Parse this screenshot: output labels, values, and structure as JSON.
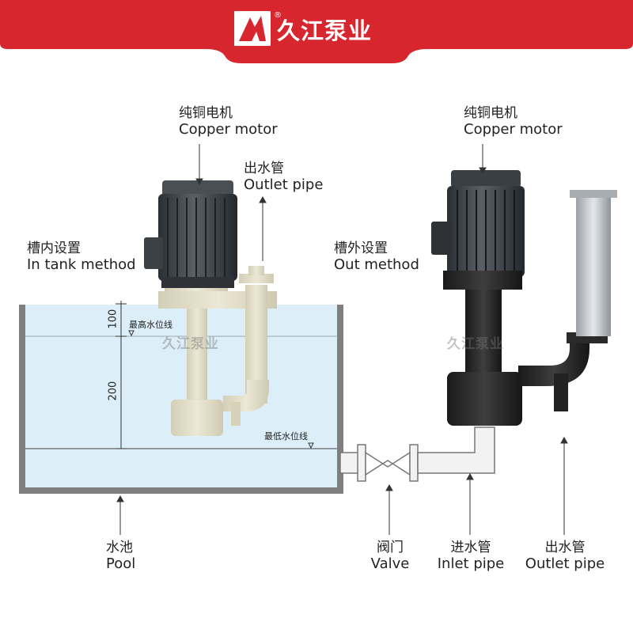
{
  "brand": {
    "name": "久江泵业",
    "reg_mark": "®",
    "color": "#d8262f"
  },
  "labels": {
    "motor_left": {
      "zh": "纯铜电机",
      "en": "Copper motor"
    },
    "motor_right": {
      "zh": "纯铜电机",
      "en": "Copper motor"
    },
    "outlet_top": {
      "zh": "出水管",
      "en": "Outlet pipe"
    },
    "in_tank": {
      "zh": "槽内设置",
      "en": "In tank method"
    },
    "out_method": {
      "zh": "槽外设置",
      "en": "Out method"
    },
    "pool": {
      "zh": "水池",
      "en": "Pool"
    },
    "valve": {
      "zh": "阀门",
      "en": "Valve"
    },
    "inlet": {
      "zh": "进水管",
      "en": "Inlet pipe"
    },
    "outlet_bottom": {
      "zh": "出水管",
      "en": "Outlet pipe"
    }
  },
  "water_levels": {
    "highest": "最高水位线",
    "lowest": "最低水位线"
  },
  "dimensions": {
    "top": "100",
    "main": "200"
  },
  "watermark": "久江泵业",
  "colors": {
    "water": "#dceef8",
    "pump_beige": "#e6e1cc",
    "pump_black": "#2b2b2b",
    "motor": "#3c4146",
    "pipe_steel": "#b9bdc1"
  }
}
